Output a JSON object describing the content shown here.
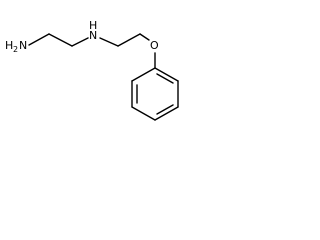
{
  "molecule": {
    "atoms": {
      "amine_primary": {
        "symbol": "H",
        "subscript": "2",
        "element": "N"
      },
      "amine_secondary": {
        "symbol": "N",
        "hydrogen": "H"
      },
      "ether_oxygen": {
        "symbol": "O"
      }
    }
  }
}
